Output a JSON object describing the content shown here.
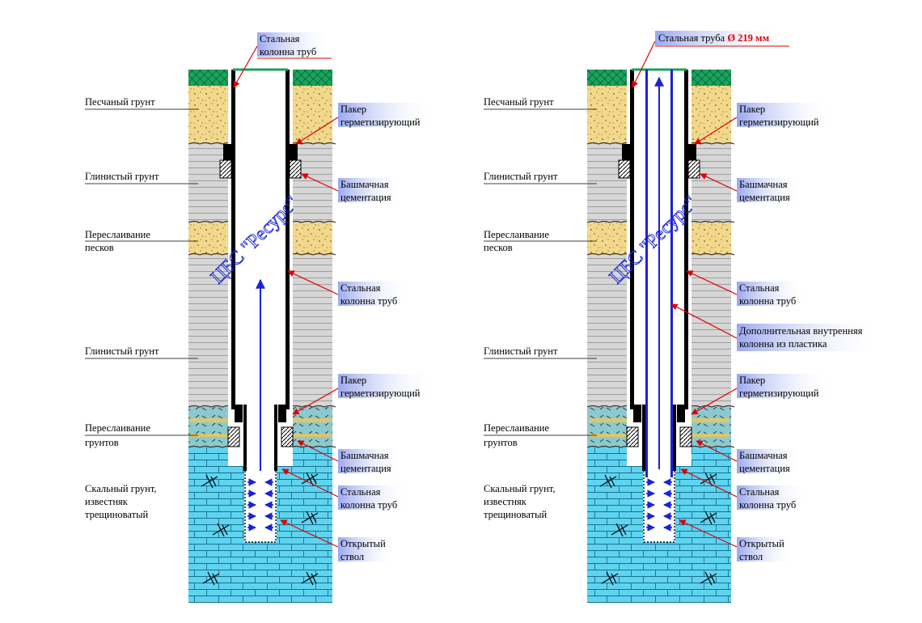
{
  "colors": {
    "sand": "#f3d88a",
    "clay": "#d4d4d4",
    "water_layer": "#8cc9cf",
    "rock": "#5fd4f0",
    "grass": "#1aa35c",
    "casing": "#000000",
    "arrow": "#1a22d8",
    "leader": "#e00000",
    "tag_bg": "#b9c4f5",
    "watermark": "#1a22d8"
  },
  "left": {
    "top_tag": [
      "Стальная",
      "колонна труб"
    ],
    "watermark": "ЦБС \"Ресурс\"",
    "strata_labels": [
      [
        "Песчаный грунт"
      ],
      [
        "Глинистый грунт"
      ],
      [
        "Переслаивание",
        "песков"
      ],
      [
        "Глинистый грунт"
      ],
      [
        "Переслаивание",
        "грунтов"
      ],
      [
        "Скальный грунт,",
        "известняк",
        "трещиноватый"
      ]
    ],
    "callouts": [
      [
        "Пакер",
        "герметизирующий"
      ],
      [
        "Башмачная",
        "цементация"
      ],
      [
        "Стальная",
        "колонна труб"
      ],
      [
        "Пакер",
        "герметизирующий"
      ],
      [
        "Башмачная",
        "цементация"
      ],
      [
        "Стальная",
        "колонна труб"
      ],
      [
        "Открытый",
        "ствол"
      ]
    ]
  },
  "right": {
    "top_tag_text": "Стальная труба ",
    "top_tag_size": "Ø 219 мм",
    "watermark": "ЦБС \"Ресурс\"",
    "strata_labels": [
      [
        "Песчаный грунт"
      ],
      [
        "Глинистый грунт"
      ],
      [
        "Переслаивание",
        "песков"
      ],
      [
        "Глинистый грунт"
      ],
      [
        "Переслаивание",
        "грунтов"
      ],
      [
        "Скальный грунт,",
        "известняк",
        "трещиноватый"
      ]
    ],
    "callouts": [
      [
        "Пакер",
        "герметизирующий"
      ],
      [
        "Башмачная",
        "цементация"
      ],
      [
        "Стальная",
        "колонна труб"
      ],
      [
        "Дополнительная внутренняя",
        "колонна из пластика"
      ],
      [
        "Пакер",
        "герметизирующий"
      ],
      [
        "Башмачная",
        "цементация"
      ],
      [
        "Стальная",
        "колонна труб"
      ],
      [
        "Открытый",
        "ствол"
      ]
    ]
  }
}
